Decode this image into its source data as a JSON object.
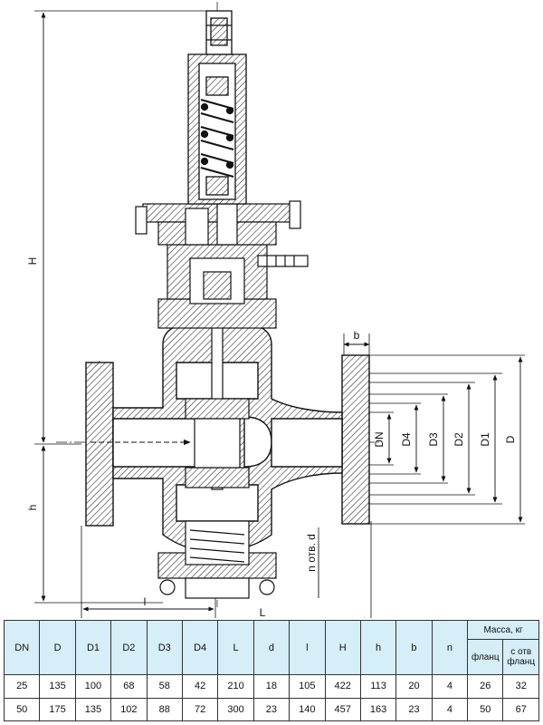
{
  "drawing": {
    "dim_labels": {
      "H": "H",
      "h": "h",
      "b": "b",
      "DN": "DN",
      "D4": "D4",
      "D3": "D3",
      "D2": "D2",
      "D1": "D1",
      "D": "D",
      "l": "l",
      "L": "L",
      "n_holes": "n отв. d"
    }
  },
  "table": {
    "headers": [
      "DN",
      "D",
      "D1",
      "D2",
      "D3",
      "D4",
      "L",
      "d",
      "l",
      "H",
      "h",
      "b",
      "n"
    ],
    "mass_header": "Масса, кг",
    "mass_sub": [
      "фланц",
      "с отв фланц"
    ],
    "rows": [
      [
        "25",
        "135",
        "100",
        "68",
        "58",
        "42",
        "210",
        "18",
        "105",
        "422",
        "113",
        "20",
        "4",
        "26",
        "32"
      ],
      [
        "50",
        "175",
        "135",
        "102",
        "88",
        "72",
        "300",
        "23",
        "140",
        "457",
        "163",
        "23",
        "4",
        "50",
        "67"
      ]
    ]
  }
}
